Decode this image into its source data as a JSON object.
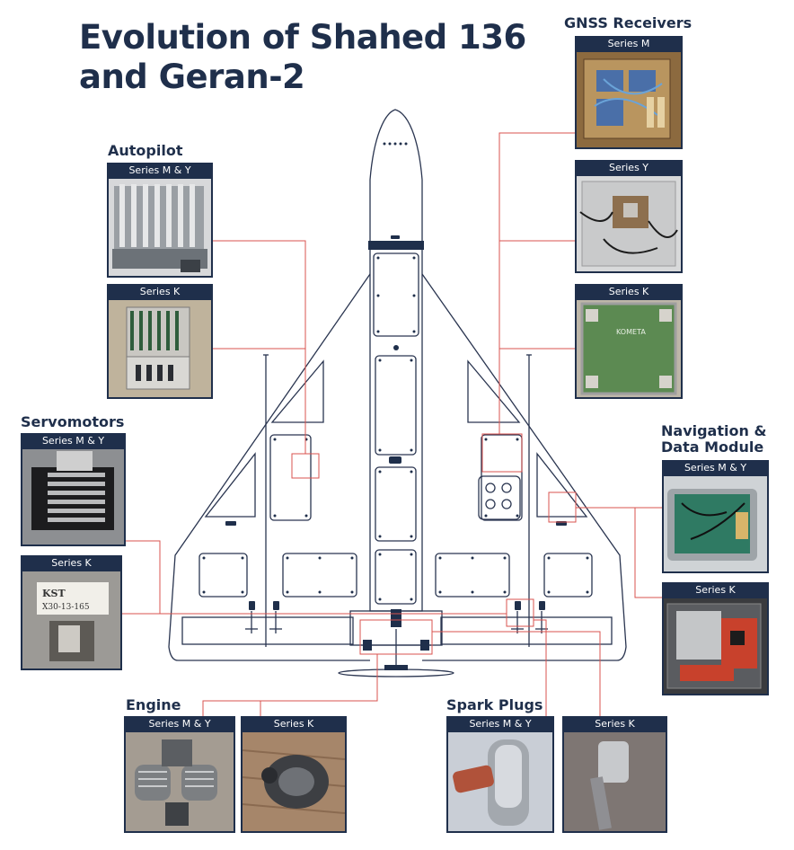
{
  "title": {
    "line1": "Evolution of Shahed 136",
    "line2": "and Geran-2"
  },
  "colors": {
    "navy": "#1f2f4b",
    "connector": "#d9534f",
    "outline": "#2a3550"
  },
  "sections": {
    "autopilot": {
      "heading": "Autopilot",
      "cards": [
        "Series M & Y",
        "Series K"
      ]
    },
    "servomotors": {
      "heading": "Servomotors",
      "cards": [
        "Series M & Y",
        "Series K"
      ]
    },
    "engine": {
      "heading": "Engine",
      "cards": [
        "Series M & Y",
        "Series K"
      ]
    },
    "spark_plugs": {
      "heading": "Spark Plugs",
      "cards": [
        "Series M & Y",
        "Series K"
      ]
    },
    "gnss": {
      "heading": "GNSS Receivers",
      "cards": [
        "Series M",
        "Series Y",
        "Series K"
      ]
    },
    "navigation": {
      "heading_line1": "Navigation &",
      "heading_line2": "Data Module",
      "cards": [
        "Series M & Y",
        "Series K"
      ]
    }
  },
  "photo_text": {
    "kst_label": "KST",
    "kst_model": "X30-13-165",
    "kometa_label": "KOMETA"
  }
}
